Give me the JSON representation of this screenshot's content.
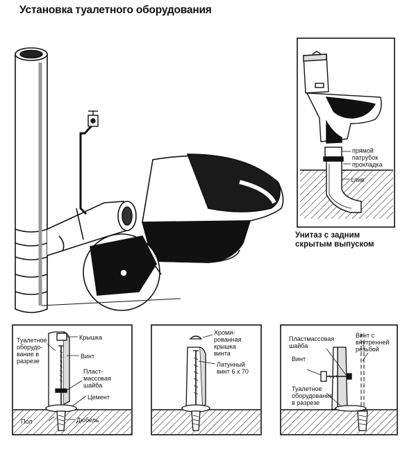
{
  "title": "Установка туалетного оборудования",
  "inset_right": {
    "caption": "Унитаз с задним\nскрытым выпуском",
    "labels": {
      "straight_pipe": "прямой\nпатрубок",
      "gasket": "прокладка",
      "drain": "слив"
    }
  },
  "panel_left": {
    "labels": {
      "fixture": "Туалетное\nоборудо-\nвание в\nразрезе",
      "cap": "Крышка",
      "screw": "Винт",
      "washer": "Пласт-\nмассовая\nшайба",
      "cement": "Цемент",
      "floor": "Пол",
      "dowel": "Дюбель"
    }
  },
  "panel_middle": {
    "labels": {
      "chrome_cap": "Хроми-\nрованная\nкрышка\nвинта",
      "brass_screw": "Латунный\nвинт 6 x 70"
    }
  },
  "panel_right": {
    "labels": {
      "plastic_washer": "Пластмассовая\nшайба",
      "inner_thread": "Винт с\nвнутренней\nрезьбой",
      "screw": "Винт",
      "fixture": "Туалетное\nоборудование\nв разрезе"
    }
  },
  "colors": {
    "ink": "#111111",
    "paper": "#ffffff",
    "shade": "#c9c9c9"
  }
}
